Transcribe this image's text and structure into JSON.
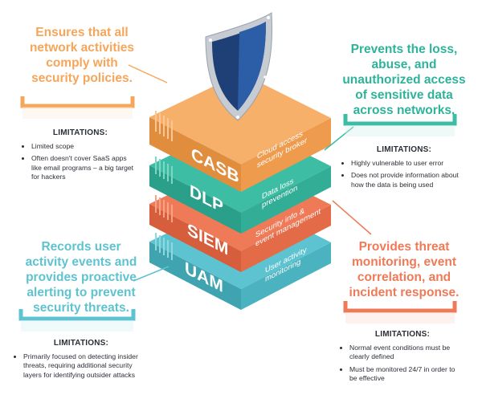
{
  "layers": [
    {
      "acronym": "CASB",
      "line1": "Cloud access",
      "line2": "security broker",
      "color": "#f6a65a"
    },
    {
      "acronym": "DLP",
      "line1": "Data loss",
      "line2": "prevention",
      "color": "#3dbda4"
    },
    {
      "acronym": "SIEM",
      "line1": "Security info &",
      "line2": "event management",
      "color": "#ef7a57"
    },
    {
      "acronym": "UAM",
      "line1": "User activity",
      "line2": "monitoring",
      "color": "#5ec3d0"
    }
  ],
  "callouts": {
    "casb": {
      "text": [
        "Ensures that all",
        "network activities",
        "comply with",
        "security policies."
      ],
      "color": "#f6a65a",
      "limitations_title": "LIMITATIONS:",
      "limitations": [
        "Limited scope",
        "Often doesn't cover SaaS apps like email programs – a big target for hackers"
      ]
    },
    "dlp": {
      "text": [
        "Prevents the loss,",
        "abuse, and",
        "unauthorized access",
        "of sensitive data",
        "across networks."
      ],
      "color": "#2eb39a",
      "limitations_title": "LIMITATIONS:",
      "limitations": [
        "Highly vulnerable to user error",
        "Does not provide information about how the data is being used"
      ]
    },
    "siem": {
      "text": [
        "Provides threat",
        "monitoring, event",
        "correlation, and",
        "incident response."
      ],
      "color": "#ef7a57",
      "limitations_title": "LIMITATIONS:",
      "limitations": [
        "Normal event conditions must be clearly defined",
        "Must be monitored 24/7 in order to be effective"
      ]
    },
    "uam": {
      "text": [
        "Records user",
        "activity events and",
        "provides proactive",
        "alerting to prevent",
        "security threats."
      ],
      "color": "#5ec3d0",
      "limitations_title": "LIMITATIONS:",
      "limitations": [
        "Primarily focused on detecting insider threats, requiring additional security layers for identifying outsider attacks"
      ]
    }
  },
  "icon": "shield-icon"
}
